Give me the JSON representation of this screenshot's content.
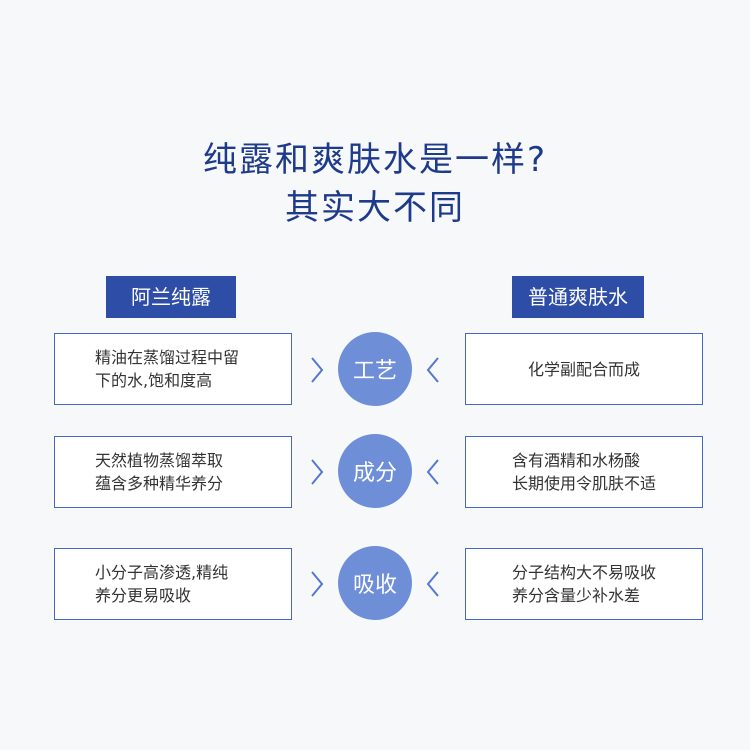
{
  "title": {
    "line1": "纯露和爽肤水是一样?",
    "line2": "其实大不同"
  },
  "headers": {
    "left": "阿兰纯露",
    "right": "普通爽肤水"
  },
  "rows": [
    {
      "left": "精油在蒸馏过程中留\n下的水,饱和度高",
      "center": "工艺",
      "right": "化学副配合而成"
    },
    {
      "left": "天然植物蒸馏萃取\n蕴含多种精华养分",
      "center": "成分",
      "right": "含有酒精和水杨酸\n长期使用令肌肤不适"
    },
    {
      "left": "小分子高渗透,精纯\n养分更易吸收",
      "center": "吸收",
      "right": "分子结构大不易吸收\n养分含量少补水差"
    }
  ],
  "colors": {
    "title": "#1e3a8a",
    "header_bg": "#2e4da7",
    "circle": "#6e8fd8",
    "border": "#4767c0",
    "chevron": "#5577cf"
  }
}
